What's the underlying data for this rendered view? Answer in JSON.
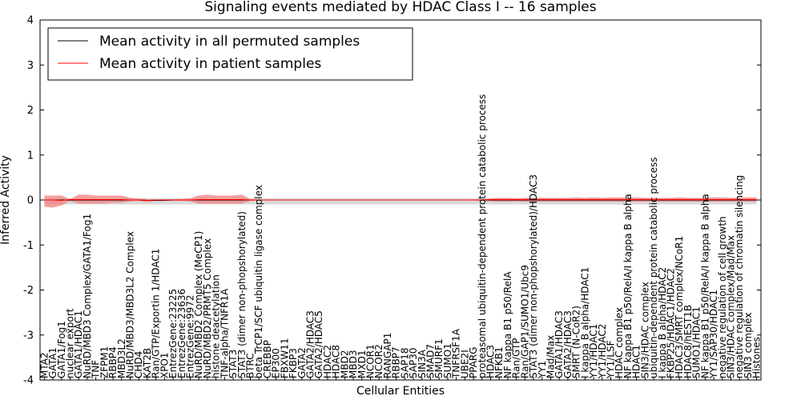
{
  "chart_data": {
    "type": "line",
    "title": "Signaling events mediated by HDAC Class I -- 16 samples",
    "xlabel": "Cellular Entities",
    "ylabel": "Inferred Activity",
    "ylim": [
      -4,
      4
    ],
    "yticks": [
      -4,
      -3,
      -2,
      -1,
      0,
      1,
      2,
      3,
      4
    ],
    "grid": false,
    "legend_position": "top-left",
    "categories": [
      "MTA2",
      "GATA1",
      "GATA1/Fog1",
      "nuclear export",
      "GATA1/HDAC1",
      "NuRD/MBD3 Complex/GATA1/Fog1",
      "TNF",
      "ZFPM1",
      "RBBP4",
      "MBD3L2",
      "NuRD/MBD3/MBD3L2 Complex",
      "CHD4",
      "KAT2B",
      "Ran/GTP/Exportin 1/HDAC1",
      "XPO1",
      "EntrezGene:23225",
      "EntrezGene:23636",
      "EntrezGene:9972",
      "NuRD/MBD2 Complex (MeCP1)",
      "NuRD/MBD2/PRMT5 Complex",
      "histone deacetylation",
      "TNF-alpha/TNFR1A",
      "STAT3",
      "STAT3 (dimer non-phopshorylated)",
      "BTRC",
      "beta TrCP1/SCF ubiquitin ligase complex",
      "CREBBP",
      "EP300",
      "FBXW11",
      "FKBP3",
      "GATA2",
      "GATA2/HDAC3",
      "GATA2/HDAC5",
      "HDAC2",
      "HDAC8",
      "MBD2",
      "MBD3",
      "MXD1",
      "NCOR1",
      "NCOR2",
      "RANGAP1",
      "RBBP7",
      "SAP18",
      "SAP30",
      "SIN3A",
      "SMAD7",
      "SMURF1",
      "SUMO1",
      "TNFRSF1A",
      "UBE2I",
      "PPARG",
      "proteasomal ubiquitin-dependent protein catabolic process",
      "HDAC3",
      "NFKB1",
      "NF kappa B1 p50/RelA",
      "Ran/GTP",
      "Ran/GAP1/SUMO1/Ubc9",
      "STAT3 (dimer non-phopshorylated)/HDAC3",
      "YY1",
      "Mad/Max",
      "GATA1/HDAC3",
      "GATA2/HDAC3",
      "SMRT (N-CoR2)",
      "I kappa B alpha/HDAC1",
      "YY1/HDAC1",
      "YY1/HDAC2",
      "YY1/LSF",
      "HDAC complex",
      "NF kappa B1 p50/RelA/I kappa B alpha",
      "HDAC1",
      "SIN3/HDAC complex",
      "ubiquitin-dependent protein catabolic process",
      "I kappa B alpha/HDAC2",
      "FKBP25/HDAC1/HDAC2",
      "HDAC3/SMRT complex/NCoR1",
      "HDAC8/hEST1B",
      "SUMO1/HDAC1",
      "NF kappa B1 p50/RelA/I kappa B alpha",
      "YY1/SAP30/HDAC1",
      "negative regulation of cell growth",
      "SIN3/HDAC complex/Mad/Max",
      "negative regulation of chromatin silencing",
      "SIN3 complex",
      "Histones"
    ],
    "series": [
      {
        "name": "Mean activity in all permuted samples",
        "color": "#000000",
        "values": [
          0.0,
          0.0,
          0.0,
          0.0,
          0.0,
          0.0,
          0.0,
          0.0,
          0.0,
          0.0,
          0.0,
          0.0,
          -0.01,
          -0.01,
          -0.01,
          0.0,
          0.0,
          0.0,
          0.0,
          0.0,
          0.0,
          0.0,
          0.0,
          0.0,
          0.0,
          0.0,
          0.0,
          0.0,
          0.0,
          0.0,
          0.0,
          0.0,
          0.0,
          0.0,
          0.0,
          0.0,
          0.0,
          0.0,
          0.0,
          0.0,
          0.0,
          0.0,
          0.0,
          0.0,
          0.0,
          0.0,
          0.0,
          0.0,
          0.0,
          0.0,
          0.0,
          0.0,
          0.0,
          0.0,
          0.0,
          0.0,
          0.0,
          0.0,
          0.0,
          0.0,
          0.0,
          0.0,
          0.0,
          0.0,
          0.0,
          0.0,
          0.0,
          0.0,
          0.0,
          0.0,
          0.0,
          0.0,
          0.0,
          0.0,
          0.0,
          0.0,
          0.0,
          0.0,
          0.0,
          0.0,
          0.0,
          0.0,
          0.0,
          0.0
        ]
      },
      {
        "name": "Mean activity in patient samples",
        "color": "#ff0000",
        "values": [
          0.0,
          0.0,
          -0.01,
          0.01,
          0.01,
          0.01,
          0.01,
          0.01,
          0.01,
          0.01,
          0.0,
          0.0,
          -0.01,
          0.0,
          0.0,
          0.0,
          0.0,
          0.0,
          0.01,
          0.01,
          0.01,
          0.01,
          0.01,
          0.01,
          0.0,
          0.0,
          0.0,
          0.0,
          0.0,
          0.0,
          0.0,
          0.0,
          0.0,
          0.0,
          0.0,
          0.0,
          0.0,
          0.0,
          0.0,
          0.0,
          0.0,
          0.0,
          0.0,
          0.0,
          0.0,
          0.0,
          0.0,
          0.0,
          0.0,
          0.0,
          0.0,
          0.0,
          0.01,
          0.01,
          0.01,
          0.01,
          0.01,
          0.01,
          0.01,
          0.01,
          0.01,
          0.01,
          0.01,
          0.01,
          0.01,
          0.01,
          0.01,
          0.01,
          0.01,
          0.01,
          0.01,
          0.01,
          0.01,
          0.01,
          0.01,
          0.01,
          0.01,
          0.01,
          0.01,
          0.01,
          0.01,
          0.01,
          0.01,
          0.01
        ],
        "band_upper": [
          0.1,
          0.1,
          0.1,
          0.02,
          0.12,
          0.12,
          0.1,
          0.1,
          0.1,
          0.1,
          0.05,
          0.03,
          0.02,
          0.01,
          0.01,
          0.02,
          0.02,
          0.04,
          0.1,
          0.12,
          0.1,
          0.1,
          0.1,
          0.12,
          0.02,
          0.01,
          0.01,
          0.01,
          0.01,
          0.01,
          0.01,
          0.01,
          0.01,
          0.01,
          0.01,
          0.01,
          0.01,
          0.01,
          0.01,
          0.01,
          0.01,
          0.01,
          0.01,
          0.01,
          0.01,
          0.01,
          0.01,
          0.01,
          0.01,
          0.01,
          0.01,
          0.02,
          0.04,
          0.05,
          0.05,
          0.04,
          0.05,
          0.05,
          0.05,
          0.05,
          0.05,
          0.05,
          0.06,
          0.05,
          0.06,
          0.05,
          0.06,
          0.06,
          0.05,
          0.06,
          0.05,
          0.05,
          0.05,
          0.05,
          0.06,
          0.05,
          0.05,
          0.05,
          0.06,
          0.06,
          0.05,
          0.06,
          0.06,
          0.06
        ],
        "band_lower": [
          -0.15,
          -0.17,
          -0.12,
          -0.02,
          -0.08,
          -0.08,
          -0.08,
          -0.08,
          -0.06,
          -0.06,
          -0.03,
          -0.02,
          -0.05,
          -0.02,
          -0.02,
          -0.02,
          -0.02,
          -0.03,
          -0.08,
          -0.08,
          -0.08,
          -0.08,
          -0.08,
          -0.08,
          -0.02,
          -0.01,
          -0.01,
          -0.01,
          -0.01,
          -0.01,
          -0.01,
          -0.01,
          -0.01,
          -0.01,
          -0.01,
          -0.01,
          -0.01,
          -0.01,
          -0.01,
          -0.01,
          -0.01,
          -0.01,
          -0.01,
          -0.01,
          -0.01,
          -0.01,
          -0.01,
          -0.01,
          -0.01,
          -0.01,
          -0.01,
          -0.02,
          -0.03,
          -0.04,
          -0.04,
          -0.03,
          -0.04,
          -0.04,
          -0.04,
          -0.04,
          -0.04,
          -0.04,
          -0.04,
          -0.04,
          -0.04,
          -0.04,
          -0.04,
          -0.04,
          -0.04,
          -0.04,
          -0.04,
          -0.04,
          -0.04,
          -0.04,
          -0.04,
          -0.04,
          -0.04,
          -0.04,
          -0.04,
          -0.04,
          -0.04,
          -0.04,
          -0.04,
          -0.04
        ]
      }
    ],
    "permuted_band": {
      "upper": 0.04,
      "lower": -0.1,
      "color": "#bbbbbb"
    },
    "colors": {
      "patient_band": "#f08080",
      "patient_line": "#ff0000",
      "permuted_line": "#000000"
    }
  }
}
